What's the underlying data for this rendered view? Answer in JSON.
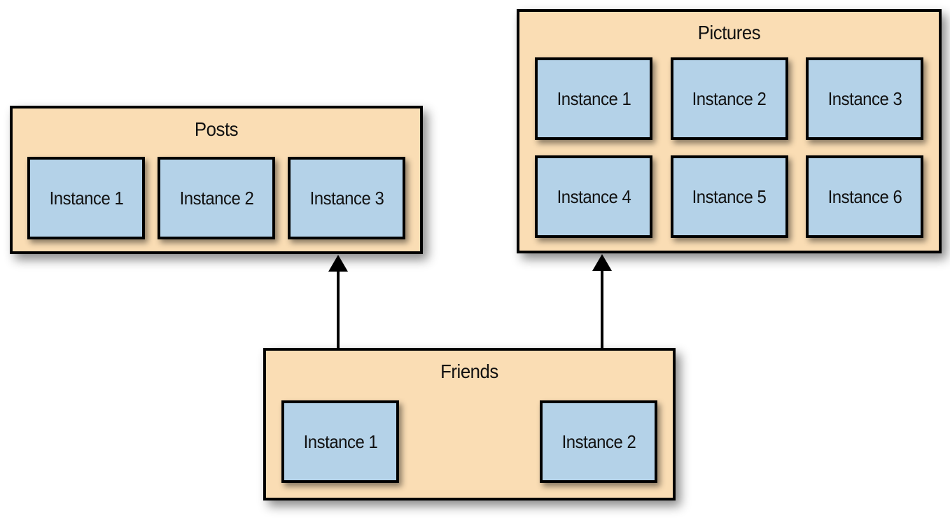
{
  "diagram": {
    "background_color": "#ffffff",
    "container_fill_color": "#FADDB4",
    "instance_fill_color": "#B4D2E8",
    "border_color": "#000000",
    "containers": [
      {
        "id": "posts",
        "title": "Posts",
        "instances": [
          "Instance 1",
          "Instance 2",
          "Instance 3"
        ]
      },
      {
        "id": "pictures",
        "title": "Pictures",
        "instances": [
          "Instance 1",
          "Instance 2",
          "Instance 3",
          "Instance 4",
          "Instance 5",
          "Instance 6"
        ]
      },
      {
        "id": "friends",
        "title": "Friends",
        "instances": [
          "Instance 1",
          "Instance 2"
        ]
      }
    ],
    "arrows": [
      {
        "from": "friends",
        "to": "posts"
      },
      {
        "from": "friends",
        "to": "pictures"
      }
    ]
  }
}
